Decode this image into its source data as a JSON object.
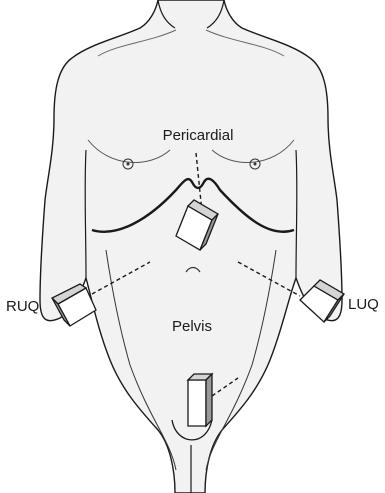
{
  "labels": {
    "pericardial": "Pericardial",
    "ruq": "RUQ",
    "luq": "LUQ",
    "pelvis": "Pelvis"
  },
  "colors": {
    "outline": "#1a1a1a",
    "skin": "#f2f2f2",
    "probe_front": "#ffffff",
    "probe_side": "#9a9a9a",
    "probe_top": "#d4d4d4"
  },
  "icons": [
    "ultrasound-probe-icon"
  ]
}
